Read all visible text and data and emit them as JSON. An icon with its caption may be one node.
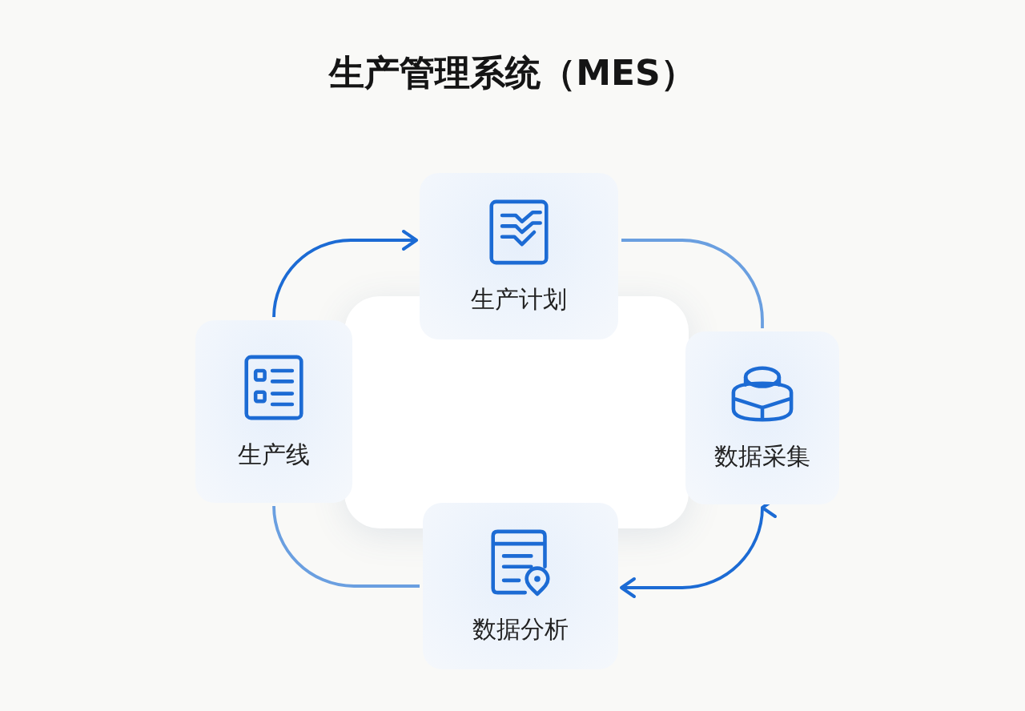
{
  "diagram": {
    "title": "生产管理系统（MES）",
    "nodes": [
      {
        "text": [
          "生产计划"
        ]
      },
      {
        "text": [
          "生产线"
        ]
      },
      {
        "text": [
          "数据采集"
        ]
      },
      {
        "text": [
          "数据分析"
        ]
      }
    ],
    "edges": [
      {
        "from": 1,
        "to": 0,
        "arrow": "to"
      },
      {
        "from": 0,
        "to": 2,
        "arrow": "none",
        "color": "#6a9fe0"
      },
      {
        "from": 2,
        "to": 3,
        "arrow": "both"
      },
      {
        "from": 3,
        "to": 1,
        "arrow": "none",
        "color": "#6a9fe0"
      }
    ]
  }
}
